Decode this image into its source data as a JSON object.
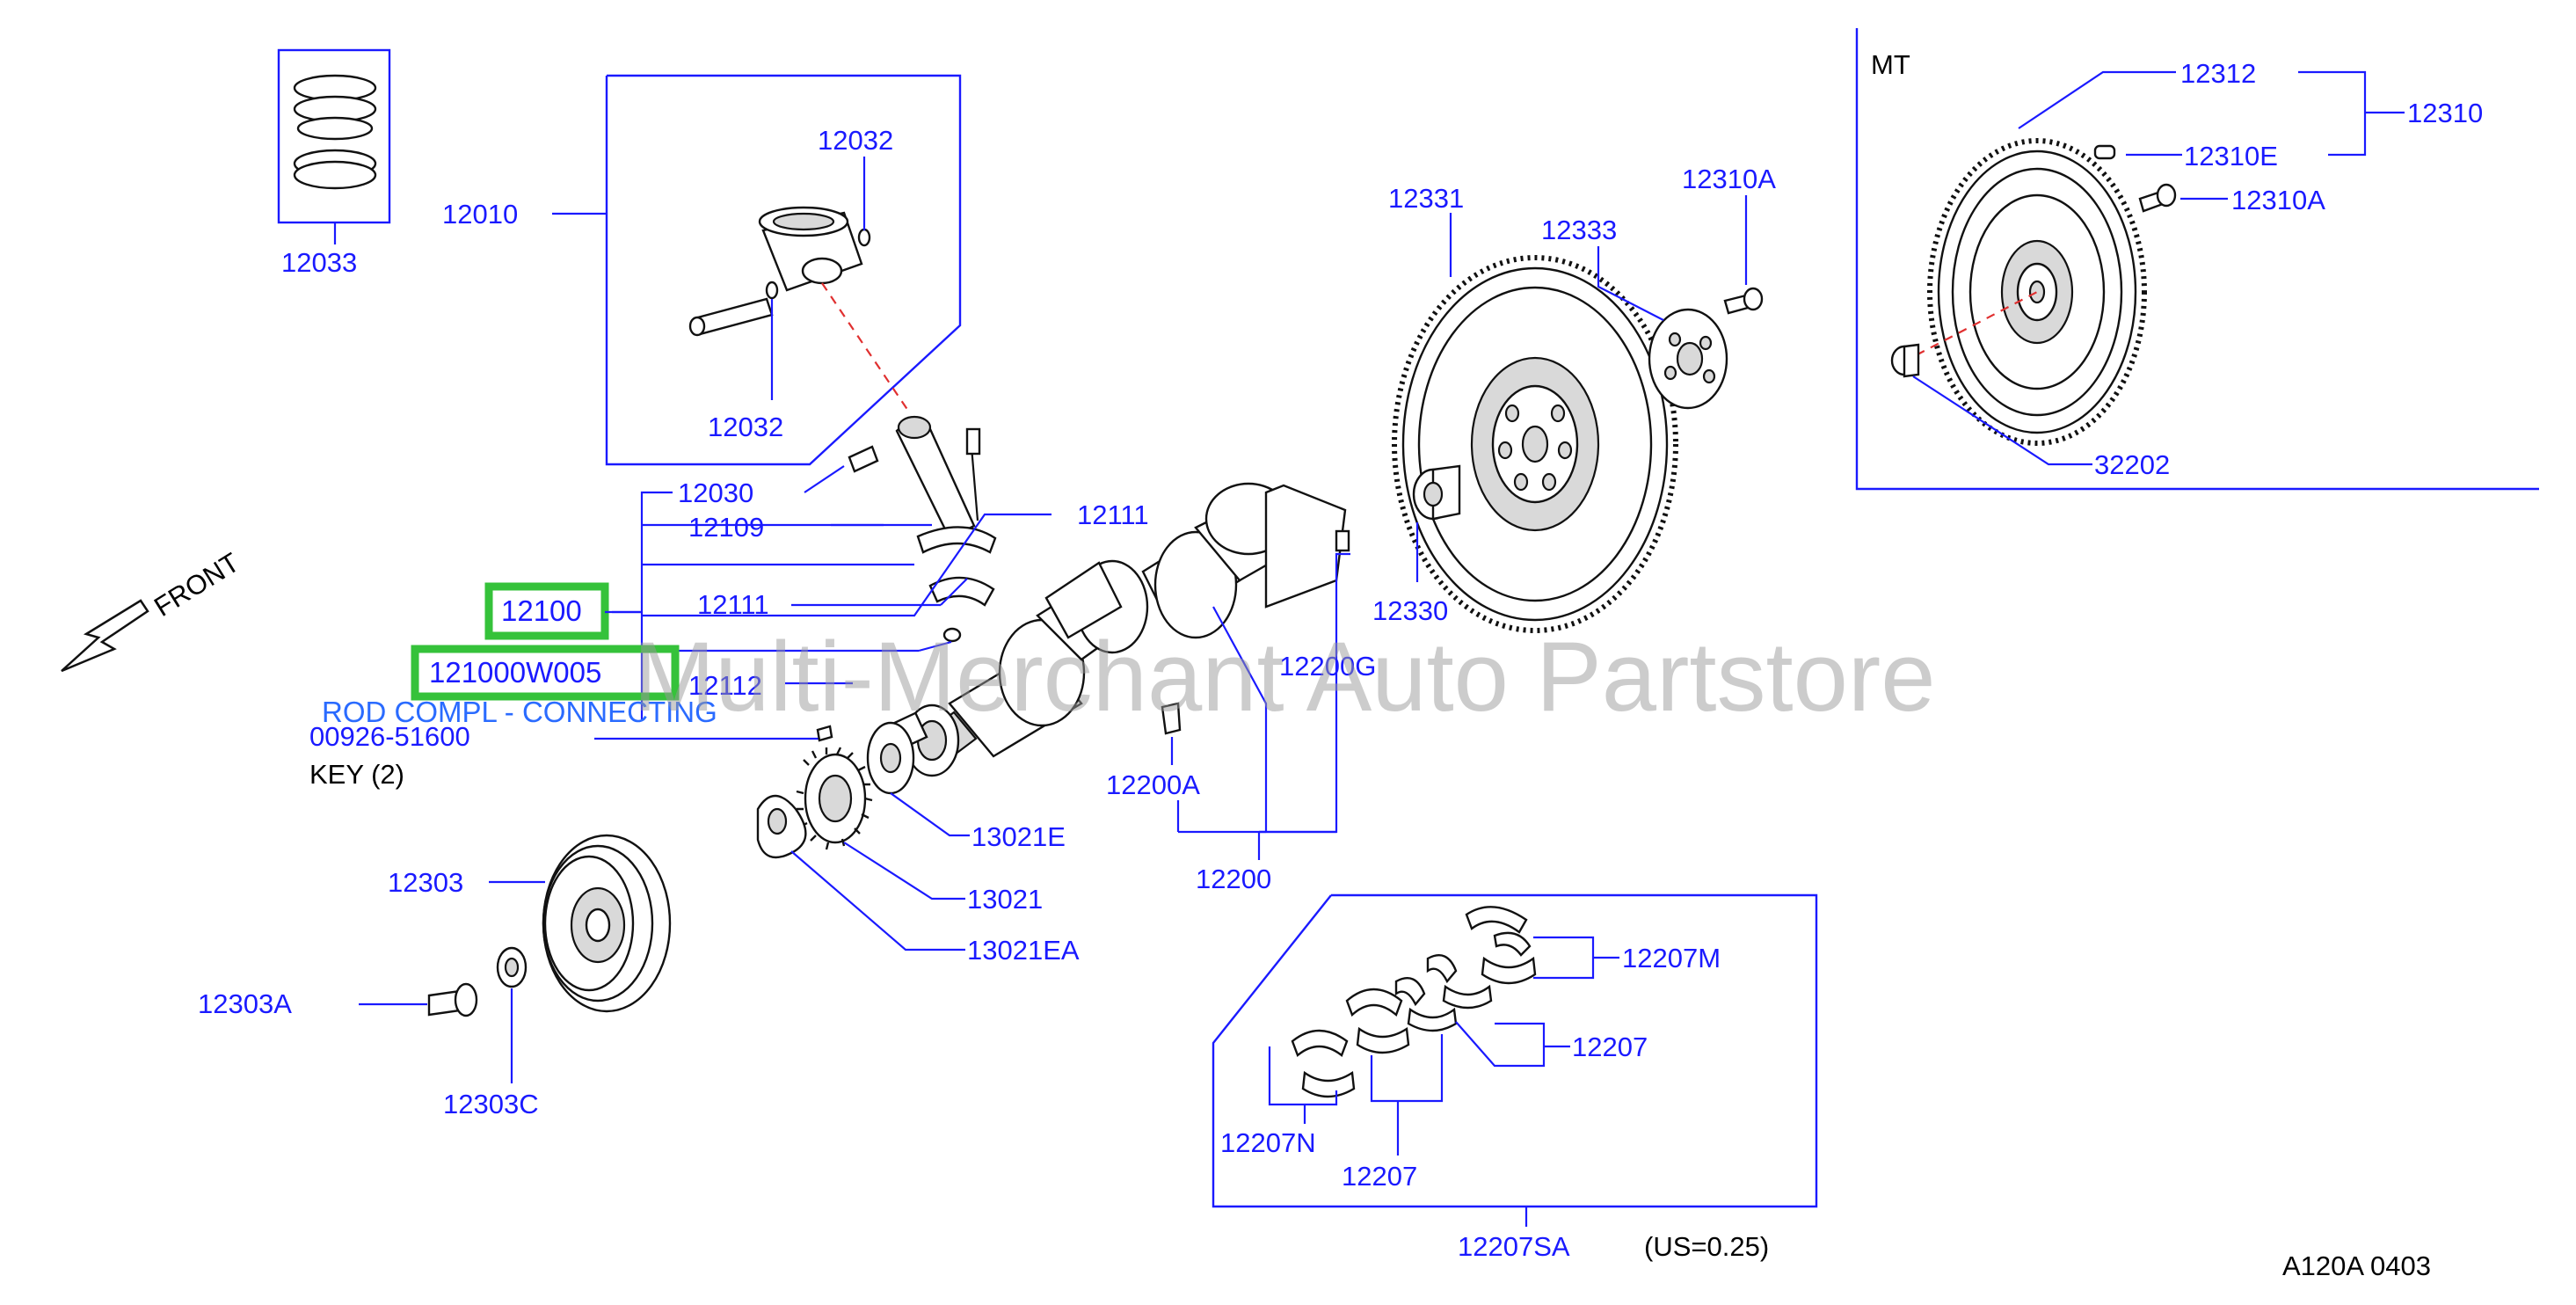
{
  "direction_label": "FRONT",
  "section_label": "MT",
  "watermark": "Multi-Merchant Auto Partstore",
  "highlight": {
    "assembly": "12100",
    "part_number": "121000W005",
    "description": "ROD COMPL - CONNECTING"
  },
  "key_ref": {
    "number": "00926-51600",
    "text": "KEY   (2)"
  },
  "footer": {
    "note": "(US=0.25)",
    "code": "A120A   0403"
  },
  "labels": {
    "p12033": "12033",
    "p12010": "12010",
    "p12032a": "12032",
    "p12032b": "12032",
    "p12030": "12030",
    "p12109": "12109",
    "p12111a": "12111",
    "p12111b": "12111",
    "p12112": "12112",
    "p12331": "12331",
    "p12333": "12333",
    "p12310Aa": "12310A",
    "p12330": "12330",
    "p12200G": "12200G",
    "p12200A": "12200A",
    "p12200": "12200",
    "p13021E": "13021E",
    "p13021": "13021",
    "p13021EA": "13021EA",
    "p12303": "12303",
    "p12303A": "12303A",
    "p12303C": "12303C",
    "p12312": "12312",
    "p12310": "12310",
    "p12310E": "12310E",
    "p12310Ab": "12310A",
    "p32202": "32202",
    "p12207M": "12207M",
    "p12207a": "12207",
    "p12207N": "12207N",
    "p12207b": "12207",
    "p12207SA": "12207SA"
  },
  "colors": {
    "label": "#1a1aff",
    "highlight_box": "#35c23a",
    "description": "#2a6bff",
    "center_line": "#e03030"
  }
}
